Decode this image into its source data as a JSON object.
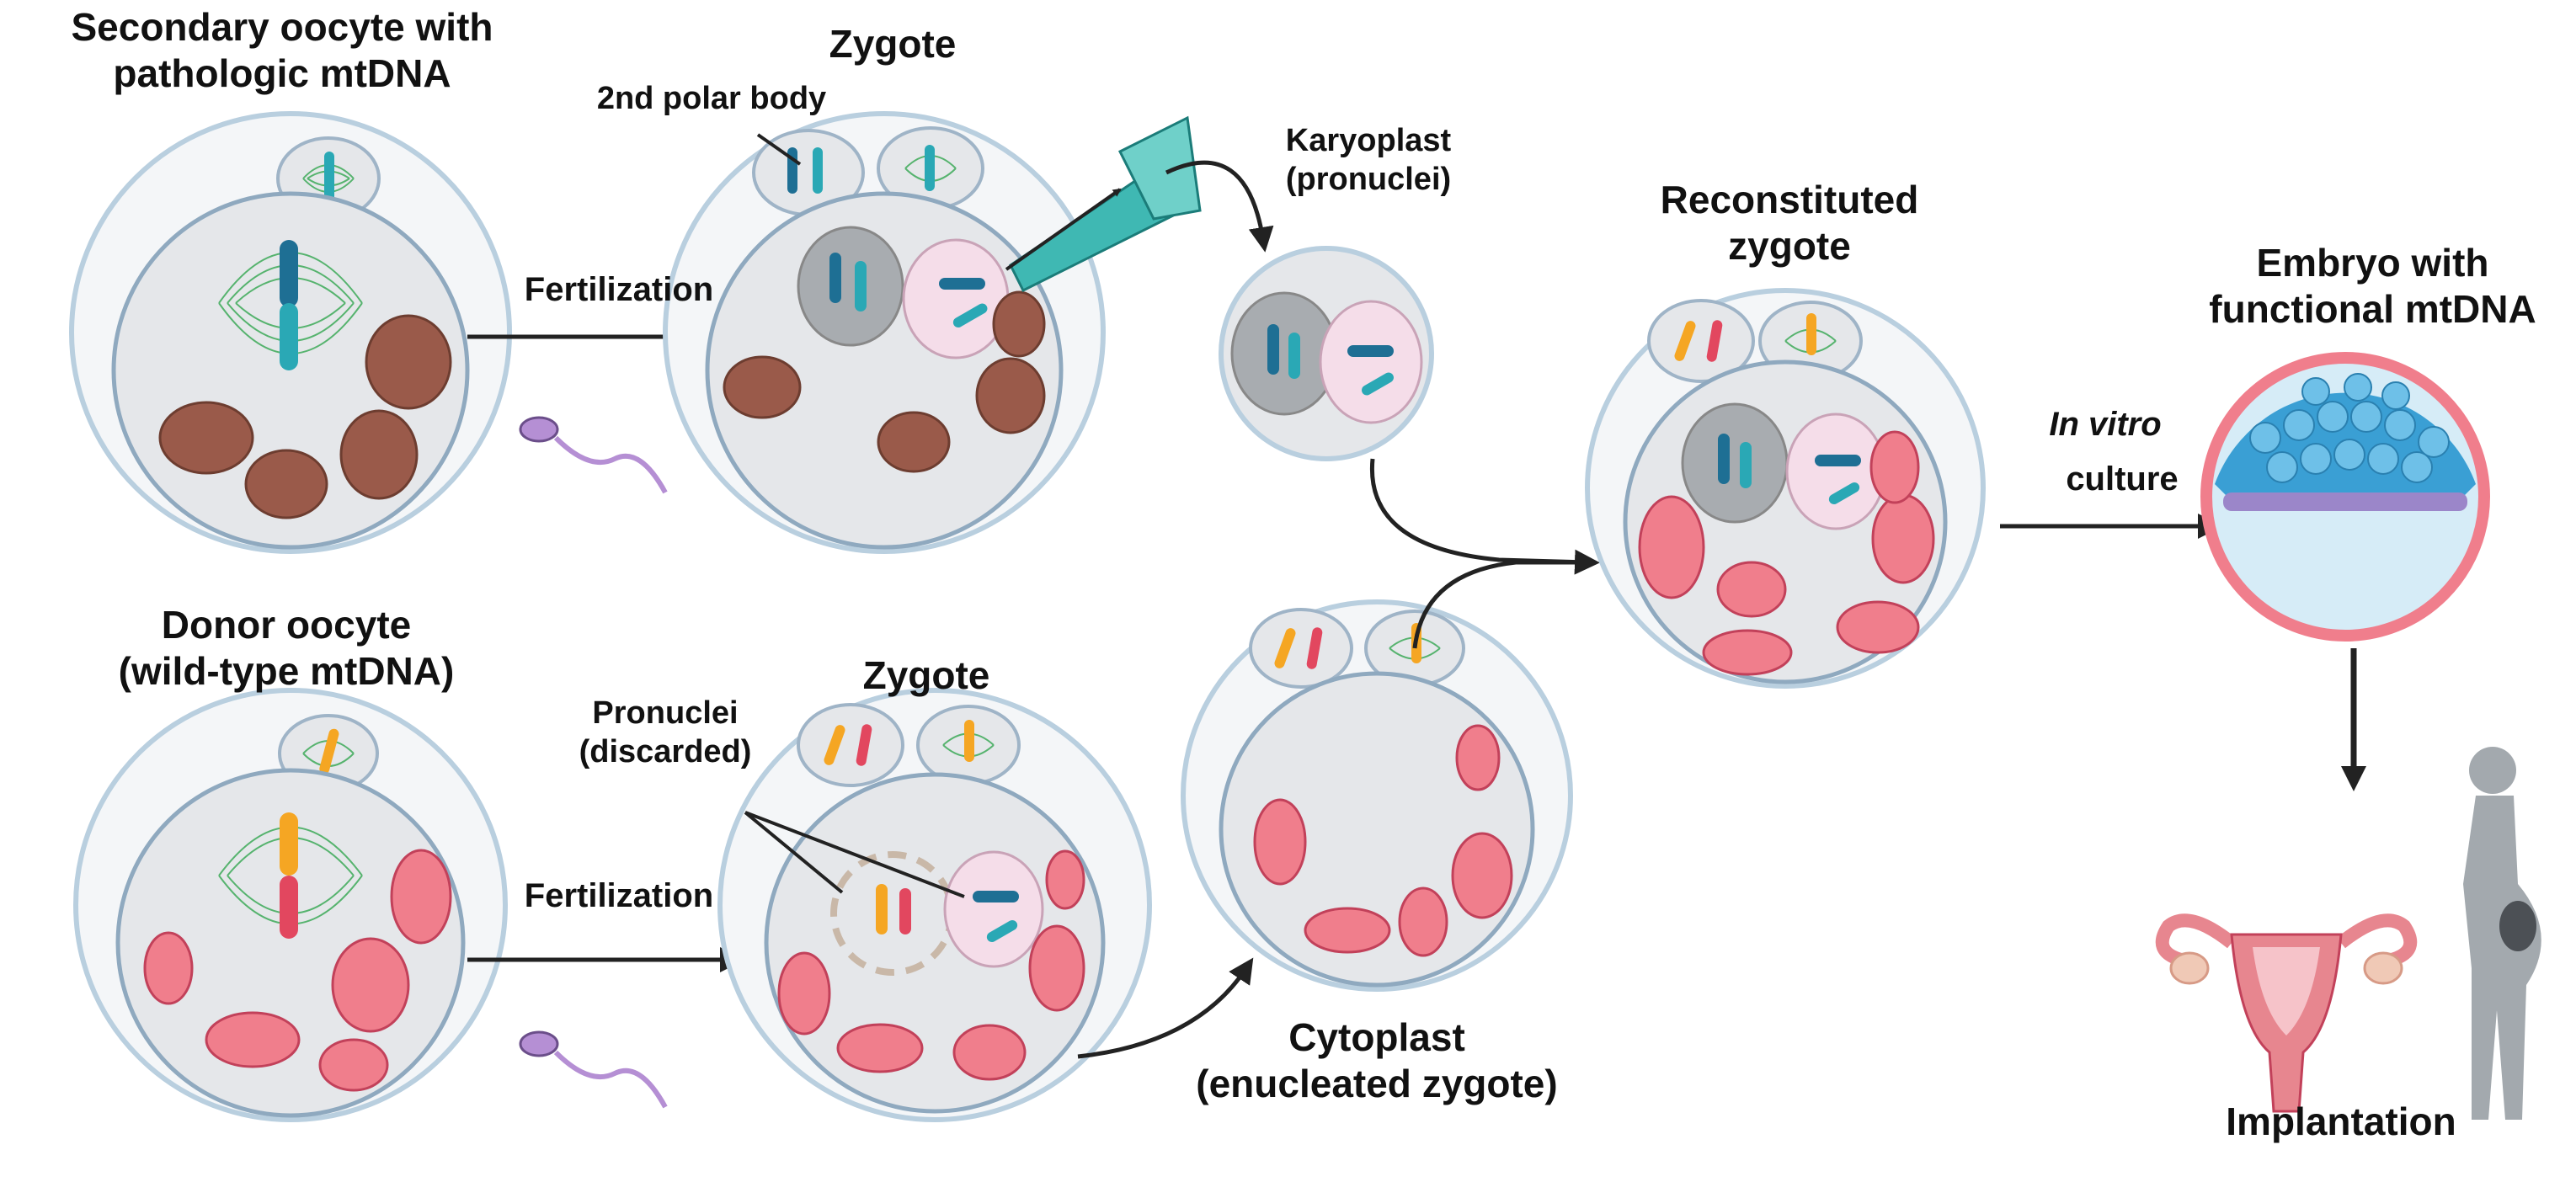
{
  "labels": {
    "secondary_oocyte_line1": "Secondary oocyte with",
    "secondary_oocyte_line2": "pathologic mtDNA",
    "zygote_top": "Zygote",
    "second_polar_body": "2nd polar body",
    "fertilization_top": "Fertilization",
    "karyoplast_line1": "Karyoplast",
    "karyoplast_line2": "(pronuclei)",
    "reconstituted_line1": "Reconstituted",
    "reconstituted_line2": "zygote",
    "embryo_line1": "Embryo with",
    "embryo_line2": "functional mtDNA",
    "in_vitro": "In vitro",
    "culture": "culture",
    "donor_line1": "Donor oocyte",
    "donor_line2": "(wild-type mtDNA)",
    "pronuclei_line1": "Pronuclei",
    "pronuclei_line2": "(discarded)",
    "zygote_bottom": "Zygote",
    "fertilization_bottom": "Fertilization",
    "cytoplast_line1": "Cytoplast",
    "cytoplast_line2": "(enucleated zygote)",
    "implantation": "Implantation"
  },
  "colors": {
    "mito_pathologic": "#9a5a4a",
    "mito_functional": "#f07e8c",
    "chromosome_blue": "#1e6f94",
    "chromosome_teal": "#2aa8b5",
    "chromosome_orange": "#f5a623",
    "chromosome_red": "#e2475f",
    "spindle_green": "#56b36e",
    "cell_fill": "#e5e7ea",
    "zona": "#b9cfdf",
    "pipette": "#3fb8b3"
  }
}
